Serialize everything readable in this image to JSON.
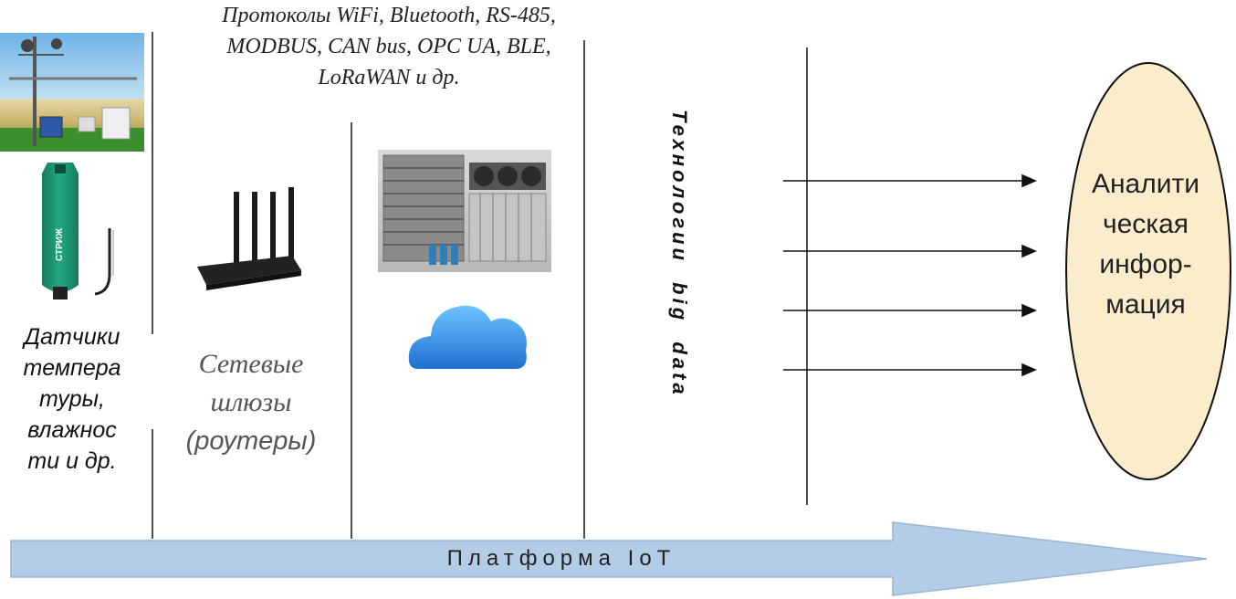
{
  "protocols_text": {
    "line1": "Протоколы WiFi, Bluetooth, RS-485,",
    "line2": "MODBUS, CAN bus, OPC UA, BLE,",
    "line3": "LoRaWAN и др."
  },
  "sensors_label": {
    "line1": "Датчики",
    "line2": "темпера",
    "line3": "туры,",
    "line4": "влажнос",
    "line5": "ти и др."
  },
  "gateways_label": {
    "line1": "Сетевые",
    "line2": "шлюзы",
    "line3": "(роутеры)"
  },
  "bigdata_label": "Технологии  big  data",
  "analytic_label": {
    "line1": "Аналити",
    "line2": "ческая",
    "line3": "инфор-",
    "line4": "мация"
  },
  "platform_label": "Платформа IoT",
  "device_brand": "СТРИЖ",
  "colors": {
    "platform_arrow": "#b4cde6",
    "platform_arrow_stroke": "#9ab6d3",
    "ellipse_fill": "#fbeccc",
    "cloud": "#3d8fe0",
    "sensor_green": "#1f9a78"
  },
  "icons": {
    "weather_station": "weather-station-photo",
    "sensor": "temperature-sensor-icon",
    "router": "router-icon",
    "server": "server-rack-icon",
    "cloud": "cloud-icon"
  }
}
